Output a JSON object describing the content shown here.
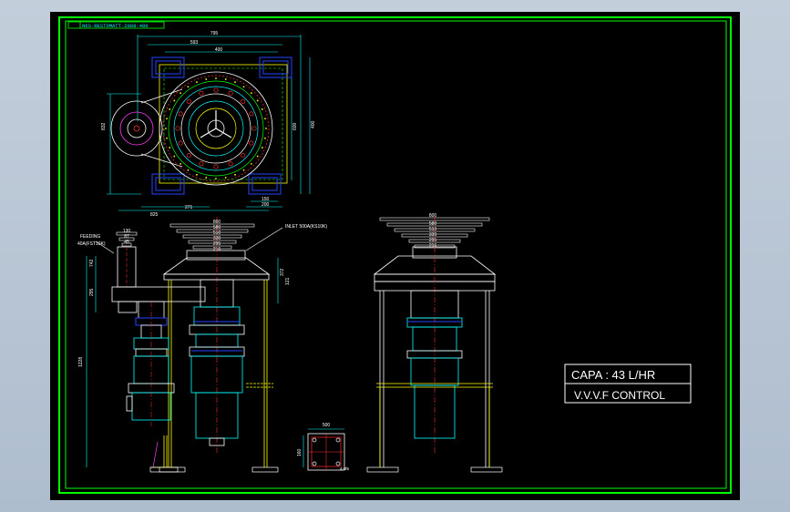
{
  "drawing": {
    "title_block_text": "N6S-RESTOMATT-2008-400",
    "capacity_label": "CAPA : 43 L/HR",
    "control_label": "V.V.V.F CONTROL",
    "inlet_label": "INLET 500A(KS10K)",
    "feeding_label": "FEEDING",
    "feeding_sub_label": "40A(FST10K)",
    "dims": {
      "top_overall": "795",
      "top_mid": "593",
      "top_inner": "400",
      "left_h": "832",
      "right_h1": "600",
      "right_h2": "400",
      "bottom_a": "271",
      "bottom_b": "825",
      "bottom_c": "150",
      "bottom_d": "200",
      "front_width": "800",
      "front_w2": "580",
      "front_w3": "510",
      "front_w4": "330",
      "front_w5": "295",
      "front_w6": "216",
      "feed_a": "130",
      "feed_b": "87",
      "feed_c": "45",
      "side_h1": "742",
      "side_h2": "295",
      "total_height": "1228",
      "right_small": "372",
      "right_small2": "121",
      "plate_w": "500",
      "plate_h": "160",
      "plate_note": "4-Ø5",
      "side_width": "800",
      "side_w2": "580",
      "side_w3": "510",
      "side_w4": "330",
      "side_w5": "295",
      "side_w6": "216"
    }
  },
  "colors": {
    "border": "#00ff00",
    "cyan": "#00ffff",
    "yellow": "#ffff00",
    "blue": "#2244ff",
    "red": "#ff3030",
    "white": "#ffffff",
    "magenta": "#ff40ff",
    "green": "#00ff00"
  }
}
